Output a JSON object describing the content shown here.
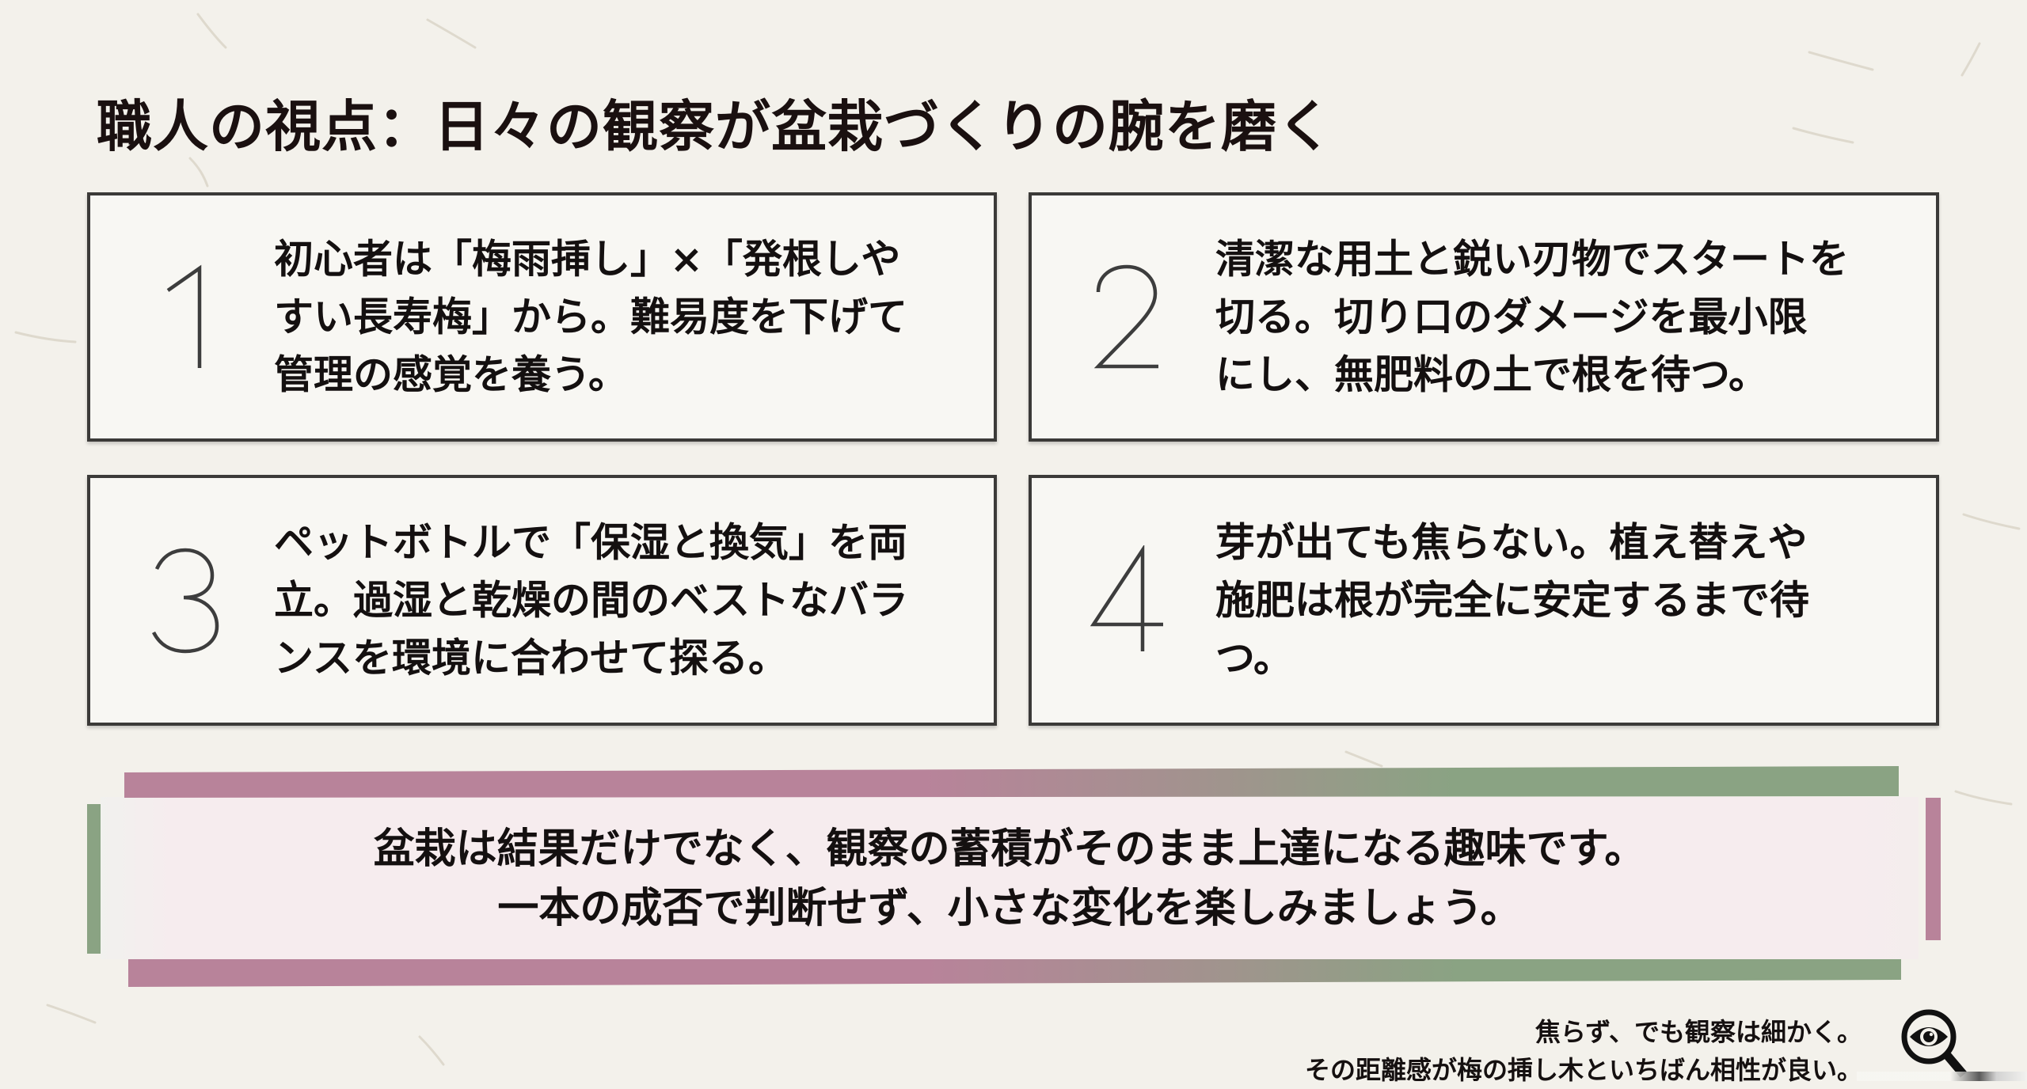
{
  "slide": {
    "title": "職人の視点：日々の観察が盆栽づくりの腕を磨く",
    "colors": {
      "background": "#f3f1eb",
      "card_background": "#f8f7f3",
      "card_border": "#3b3a38",
      "accent_pink": "#b8839a",
      "accent_green": "#8aa383",
      "banner_fill": "#f6ecee",
      "text": "#141010"
    },
    "cards": [
      {
        "number": "1",
        "lines": [
          "初心者は「梅雨挿し」×「発根しや",
          "すい長寿梅」から。難易度を下げて",
          "管理の感覚を養う。"
        ]
      },
      {
        "number": "2",
        "lines": [
          "清潔な用土と鋭い刃物でスタートを",
          "切る。切り口のダメージを最小限",
          "にし、無肥料の土で根を待つ。"
        ]
      },
      {
        "number": "3",
        "lines": [
          "ペットボトルで「保湿と換気」を両",
          "立。過湿と乾燥の間のベストなバラ",
          "ンスを環境に合わせて探る。"
        ]
      },
      {
        "number": "4",
        "lines": [
          "芽が出ても焦らない。植え替えや",
          "施肥は根が完全に安定するまで待",
          "つ。"
        ]
      }
    ],
    "banner": {
      "lines": [
        "盆栽は結果だけでなく、観察の蓄積がそのまま上達になる趣味です。",
        "一本の成否で判断せず、小さな変化を楽しみましょう。"
      ]
    },
    "caption": {
      "lines": [
        "焦らず、でも観察は細かく。",
        "その距離感が梅の挿し木といちばん相性が良い。"
      ],
      "icon": "magnifier-eye-icon"
    }
  }
}
